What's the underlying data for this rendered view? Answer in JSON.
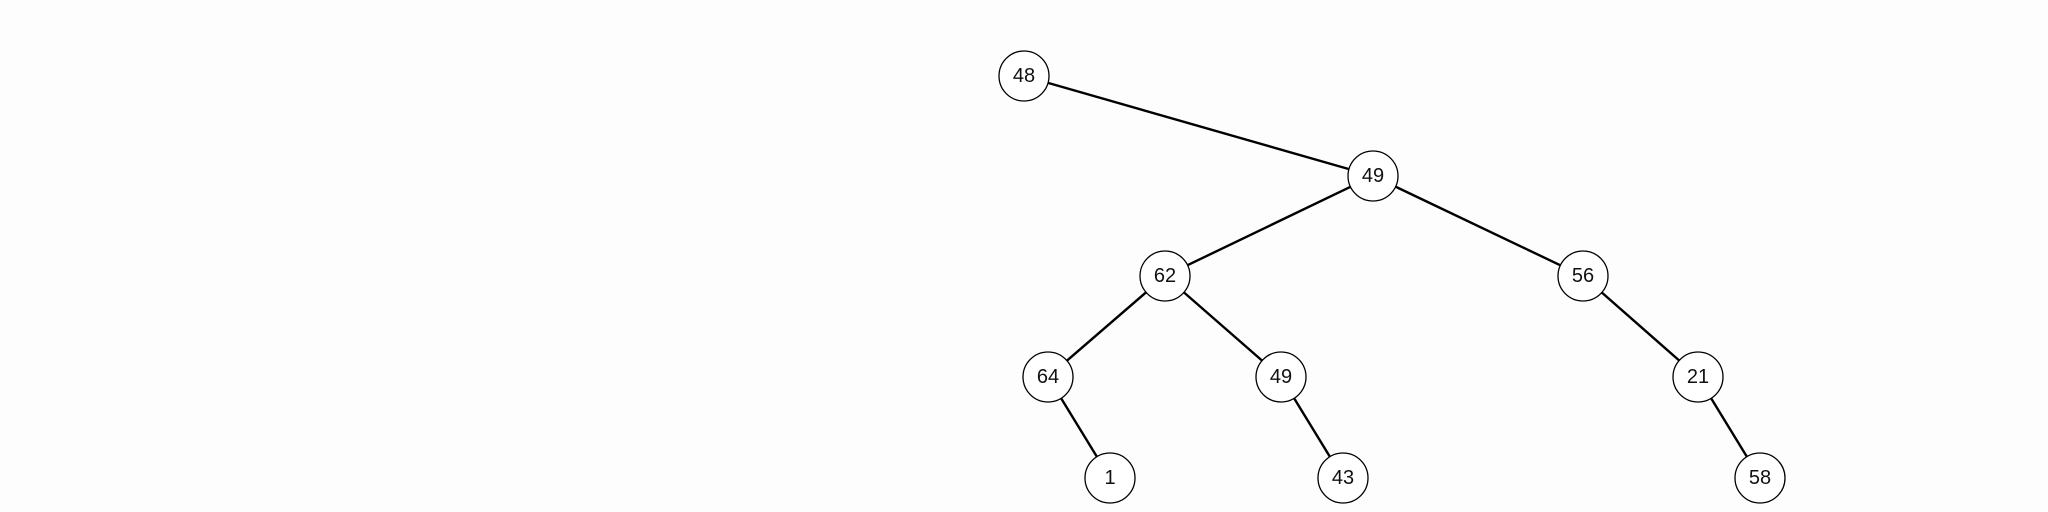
{
  "tree": {
    "nodes": [
      {
        "id": "n0",
        "label": "48"
      },
      {
        "id": "n1",
        "label": "49"
      },
      {
        "id": "n2",
        "label": "62"
      },
      {
        "id": "n3",
        "label": "56"
      },
      {
        "id": "n4",
        "label": "64"
      },
      {
        "id": "n5",
        "label": "49"
      },
      {
        "id": "n6",
        "label": "21"
      },
      {
        "id": "n7",
        "label": "1"
      },
      {
        "id": "n8",
        "label": "43"
      },
      {
        "id": "n9",
        "label": "58"
      }
    ],
    "edges": [
      [
        "n0",
        "n1"
      ],
      [
        "n1",
        "n2"
      ],
      [
        "n1",
        "n3"
      ],
      [
        "n2",
        "n4"
      ],
      [
        "n2",
        "n5"
      ],
      [
        "n3",
        "n6"
      ],
      [
        "n4",
        "n7"
      ],
      [
        "n5",
        "n8"
      ],
      [
        "n6",
        "n9"
      ]
    ],
    "colors": {
      "stroke": "#000000",
      "fill": "#ffffff",
      "background": "#fdfdfd"
    }
  }
}
